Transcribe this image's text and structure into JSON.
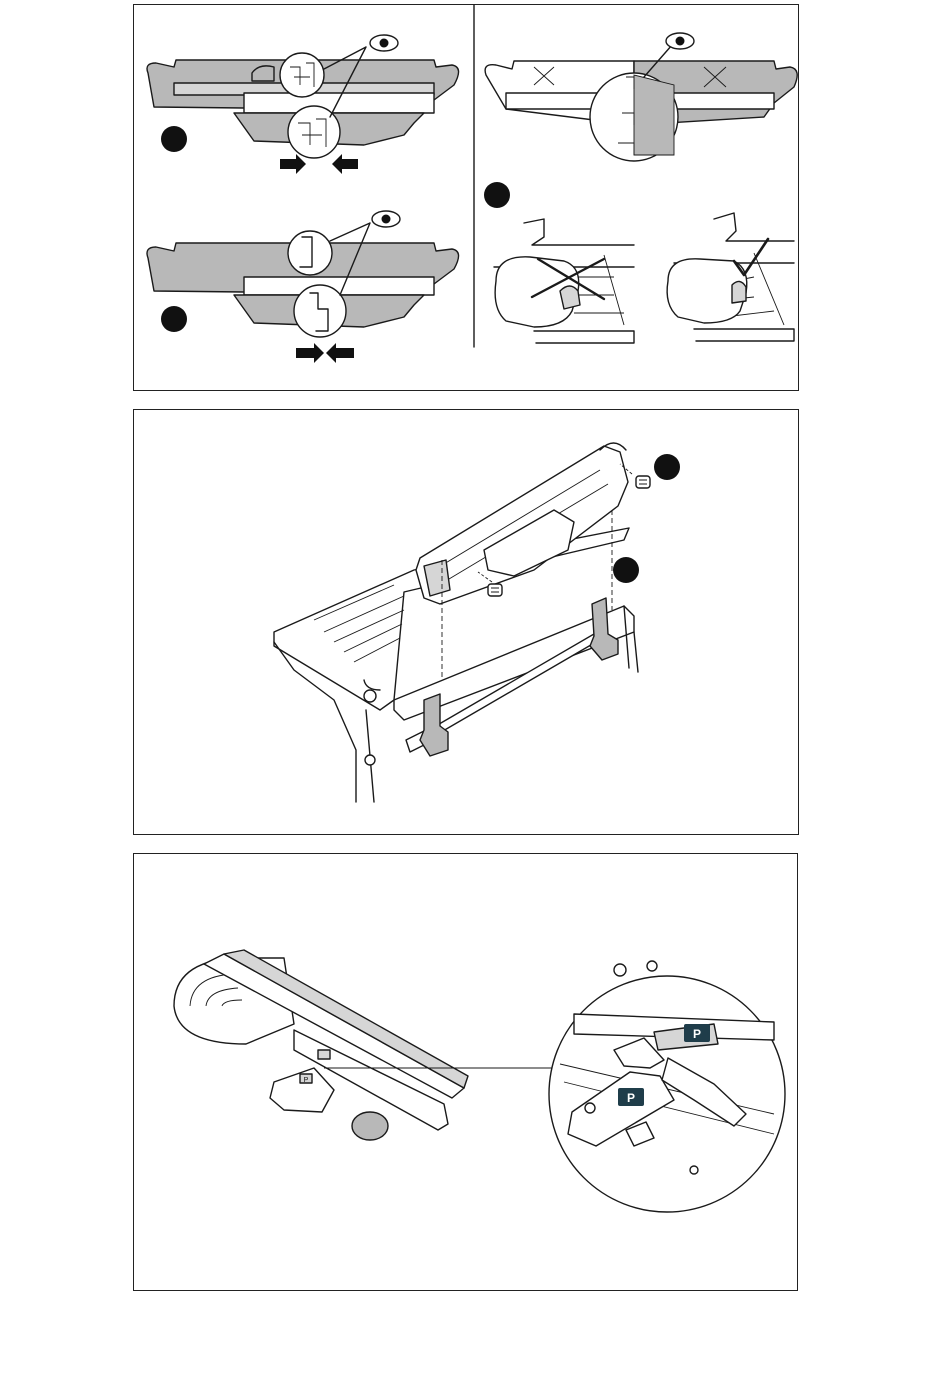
{
  "page": {
    "background": "#ffffff",
    "line_color": "#1a1a1a",
    "shade_color": "#b8b8b8",
    "light_shade_color": "#d6d6d6"
  },
  "figures": {
    "fig1": {
      "icons": [
        "eye-icon",
        "callout-bullet",
        "arrow-right",
        "arrow-left",
        "cross-mark",
        "check-mark"
      ]
    },
    "fig2": {
      "icons": [
        "callout-bullet",
        "screw-icon"
      ]
    },
    "fig3": {
      "icons": [
        "parking-label-icon",
        "detail-circle"
      ],
      "labels": {
        "park_label_main": "P",
        "park_label_detail_top": "P",
        "park_label_detail_bottom": "P"
      }
    }
  }
}
